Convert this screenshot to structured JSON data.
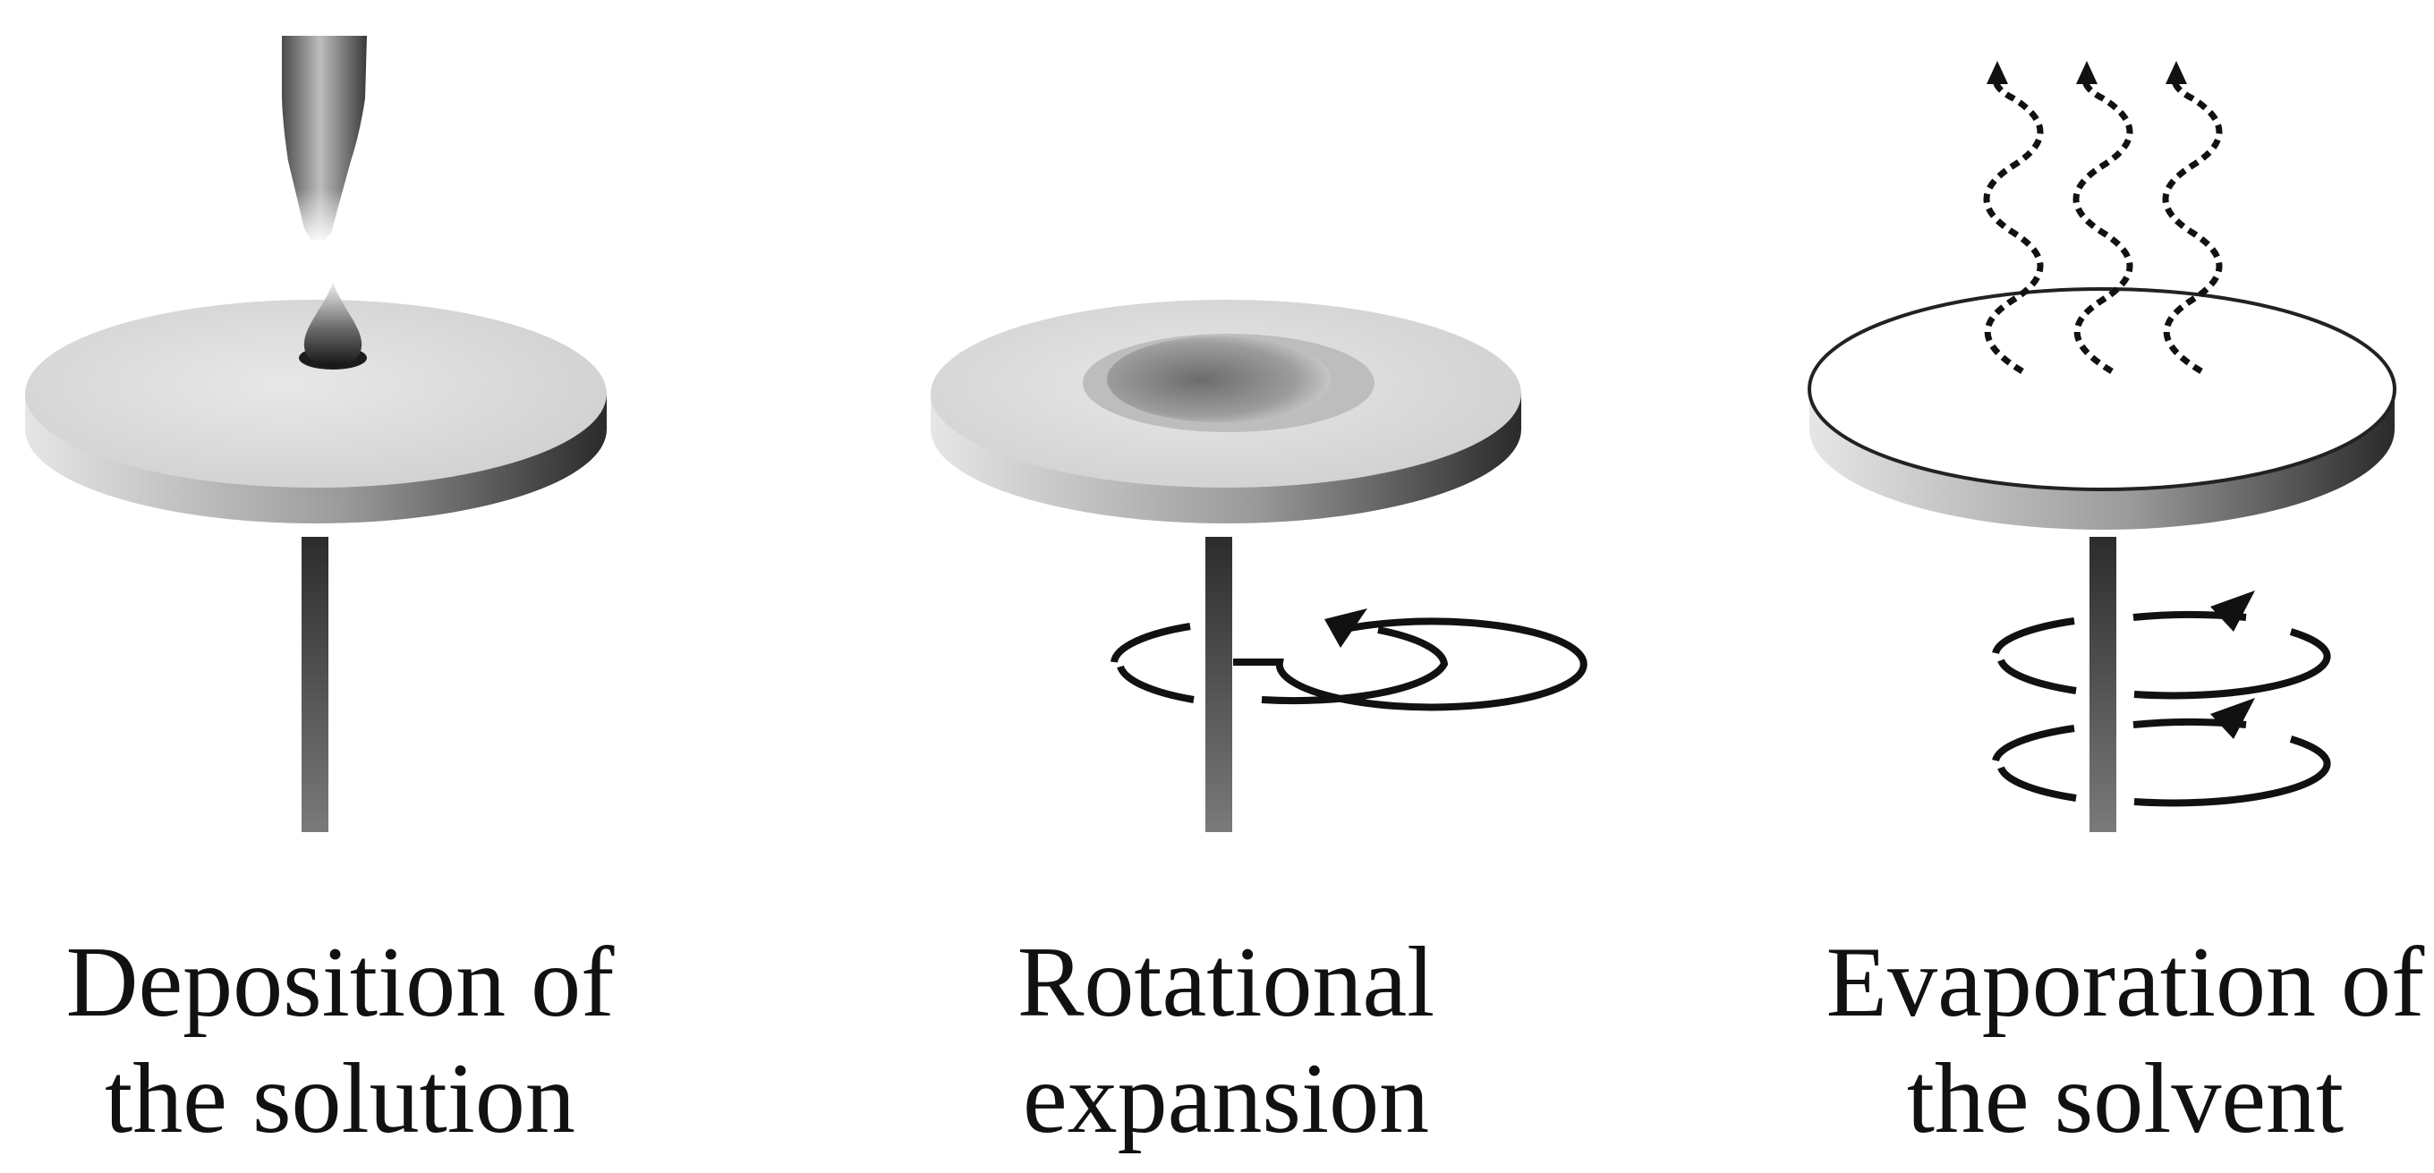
{
  "stages": [
    {
      "caption_line1": "Deposition of",
      "caption_line2": "the solution"
    },
    {
      "caption_line1": "Rotational",
      "caption_line2": "expansion"
    },
    {
      "caption_line1": "Evaporation of",
      "caption_line2": "the solvent"
    }
  ],
  "colors": {
    "disk_top": "#d9d9d9",
    "disk_edge_dark": "#2a2a2a",
    "shaft_dark": "#333333",
    "arrow": "#111111",
    "liquid_dark": "#222222"
  }
}
